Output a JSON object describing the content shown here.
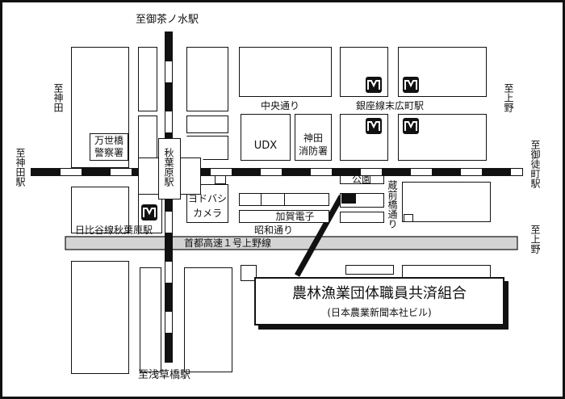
{
  "stations": {
    "akihabara": "秋葉原駅",
    "ginza_suehirocho": "銀座線末広町駅",
    "hibiya_akihabara": "日比谷線秋葉原駅"
  },
  "directions": {
    "ochanomizu": "至御茶ノ水駅",
    "kanda_top": "至神田",
    "kanda_left": "至神田駅",
    "ueno_top": "至上野",
    "okachimachi": "至御徒町駅",
    "ueno_right": "至上野",
    "asakusabashi": "至浅草橋駅"
  },
  "streets": {
    "chuo_dori": "中央通り",
    "showa_dori": "昭和通り",
    "kuramae_bashi": "蔵前橋通り",
    "expressway": "首都高速１号上野線"
  },
  "landmarks": {
    "manseibashi": "万世橋警察署",
    "manseibashi_l1": "万世橋",
    "manseibashi_l2": "警察署",
    "udx": "UDX",
    "kanda_fire": "神田消防署",
    "kanda_fire_l1": "神田",
    "kanda_fire_l2": "消防署",
    "yodobashi_l1": "ヨドバシ",
    "yodobashi_l2": "カメラ",
    "kaga": "加賀電子",
    "park": "公園"
  },
  "destination": {
    "name": "農林漁業団体職員共済組合",
    "sub": "(日本農業新聞本社ビル)"
  },
  "colors": {
    "ink": "#111111",
    "expressway": "#d4d4d4",
    "paper": "#ffffff"
  }
}
